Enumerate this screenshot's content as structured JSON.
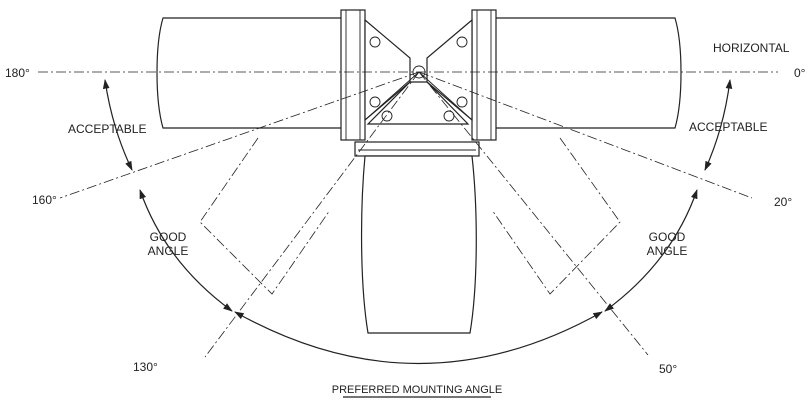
{
  "labels": {
    "horizontal": "HORIZONTAL",
    "deg_0": "0°",
    "deg_180": "180°",
    "deg_160": "160°",
    "deg_20": "20°",
    "deg_130": "130°",
    "deg_50": "50°",
    "acceptable_left": "ACCEPTABLE",
    "acceptable_right": "ACCEPTABLE",
    "good_left_1": "GOOD",
    "good_left_2": "ANGLE",
    "good_right_1": "GOOD",
    "good_right_2": "ANGLE",
    "caption": "PREFERRED MOUNTING ANGLE"
  }
}
